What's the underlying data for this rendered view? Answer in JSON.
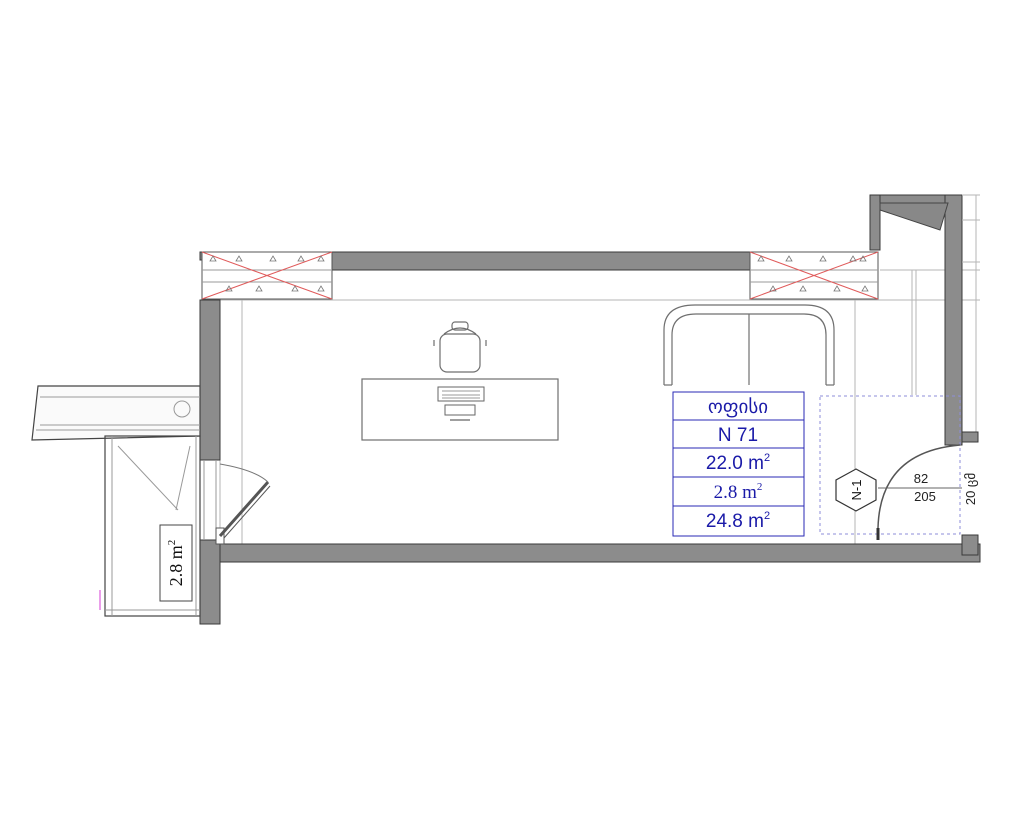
{
  "room": {
    "name": "ოფისი",
    "number": "N 71",
    "area_main": "22.0 m",
    "area_balcony": "2.8 m",
    "area_total": "24.8 m",
    "superscript": "2"
  },
  "balcony": {
    "area": "2.8 m",
    "superscript": "2"
  },
  "door": {
    "tag": "N-1",
    "width": "82",
    "height": "205",
    "wall_thickness": "20 ცმ"
  },
  "colors": {
    "wall_fill": "#8c8c8c",
    "label_blue": "#1a1aa8",
    "window_cross": "#e05a5a"
  }
}
